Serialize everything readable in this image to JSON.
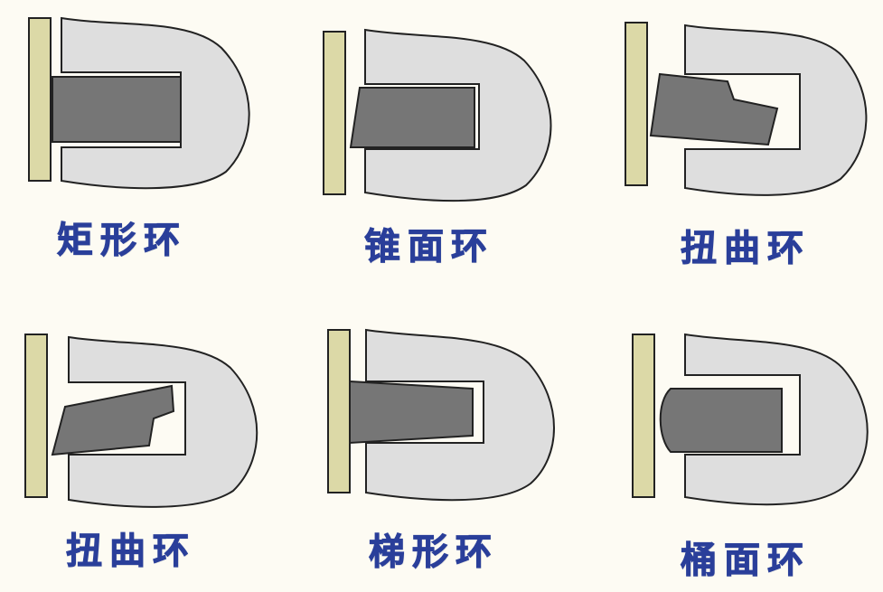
{
  "diagram": {
    "panels": [
      {
        "label": "矩形环"
      },
      {
        "label": "锥面环"
      },
      {
        "label": "扭曲环"
      },
      {
        "label": "扭曲环"
      },
      {
        "label": "梯形环"
      },
      {
        "label": "桶面环"
      }
    ],
    "colors": {
      "background": "#fdfbf3",
      "cylinder_wall": "#dcd9a7",
      "piston": "#dedede",
      "ring": "#767676",
      "outline": "#222222",
      "label": "#2a3f9a"
    }
  }
}
